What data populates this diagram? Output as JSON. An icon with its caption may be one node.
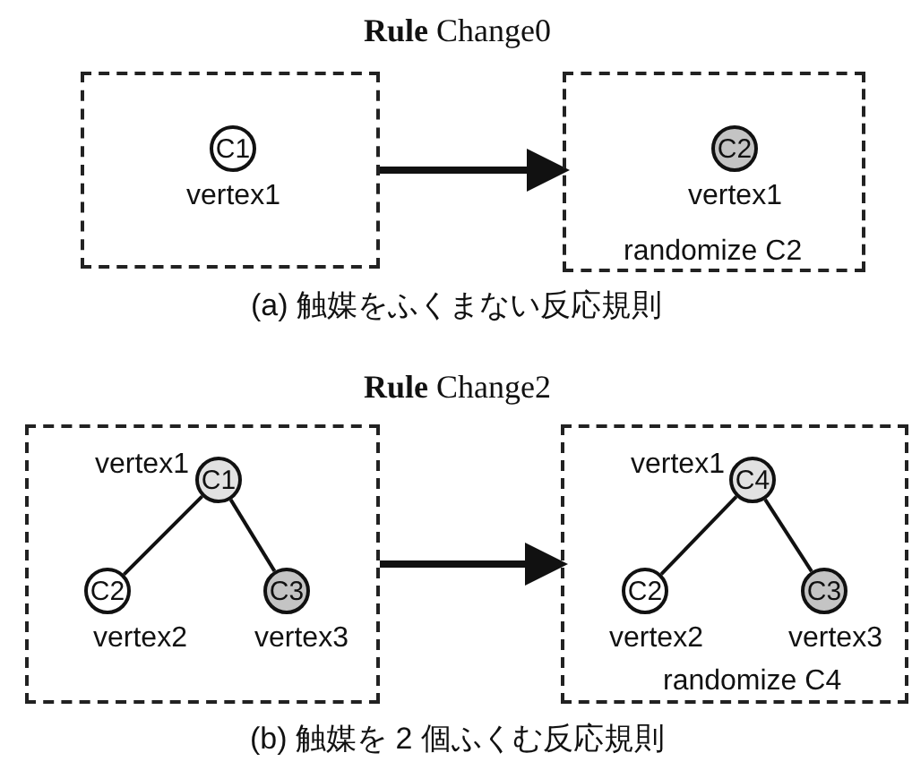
{
  "diagram": {
    "nodes": [
      {
        "text": [],
        "shape": "box"
      },
      {
        "text": [
          "C1"
        ],
        "beside": [
          "vertex1"
        ],
        "in": 0
      },
      {
        "text": [
          "randomize C2"
        ]
      },
      {
        "text": [
          "C2"
        ],
        "beside": [
          "vertex1"
        ],
        "in": 2
      },
      {
        "text": [],
        "shape": "box"
      },
      {
        "text": [
          "C1"
        ],
        "beside": [
          "vertex1"
        ],
        "in": 4
      },
      {
        "text": [
          "C2"
        ],
        "beside": [
          "vertex2"
        ],
        "in": 4
      },
      {
        "text": [
          "C3"
        ],
        "beside": [
          "vertex3"
        ],
        "in": 4
      },
      {
        "text": [
          "randomize C4"
        ]
      },
      {
        "text": [
          "C4"
        ],
        "beside": [
          "vertex1"
        ],
        "in": 8
      },
      {
        "text": [
          "C2"
        ],
        "beside": [
          "vertex2"
        ],
        "in": 8
      },
      {
        "text": [
          "C3"
        ],
        "beside": [
          "vertex3"
        ],
        "in": 8
      }
    ],
    "edges": [
      {
        "from": 0,
        "to": 2,
        "arrow": "to",
        "style": "thick"
      },
      {
        "from": 5,
        "to": 6,
        "arrow": "none"
      },
      {
        "from": 5,
        "to": 7,
        "arrow": "none"
      },
      {
        "from": 4,
        "to": 8,
        "arrow": "to",
        "style": "thick"
      },
      {
        "from": 9,
        "to": 10,
        "arrow": "none"
      },
      {
        "from": 9,
        "to": 11,
        "arrow": "none"
      }
    ],
    "labels": [
      "**Rule** Change0",
      "(a) 触媒をふくまない反応規則",
      "**Rule** Change2",
      "(b) 触媒を 2 個ふくむ反応規則"
    ]
  }
}
